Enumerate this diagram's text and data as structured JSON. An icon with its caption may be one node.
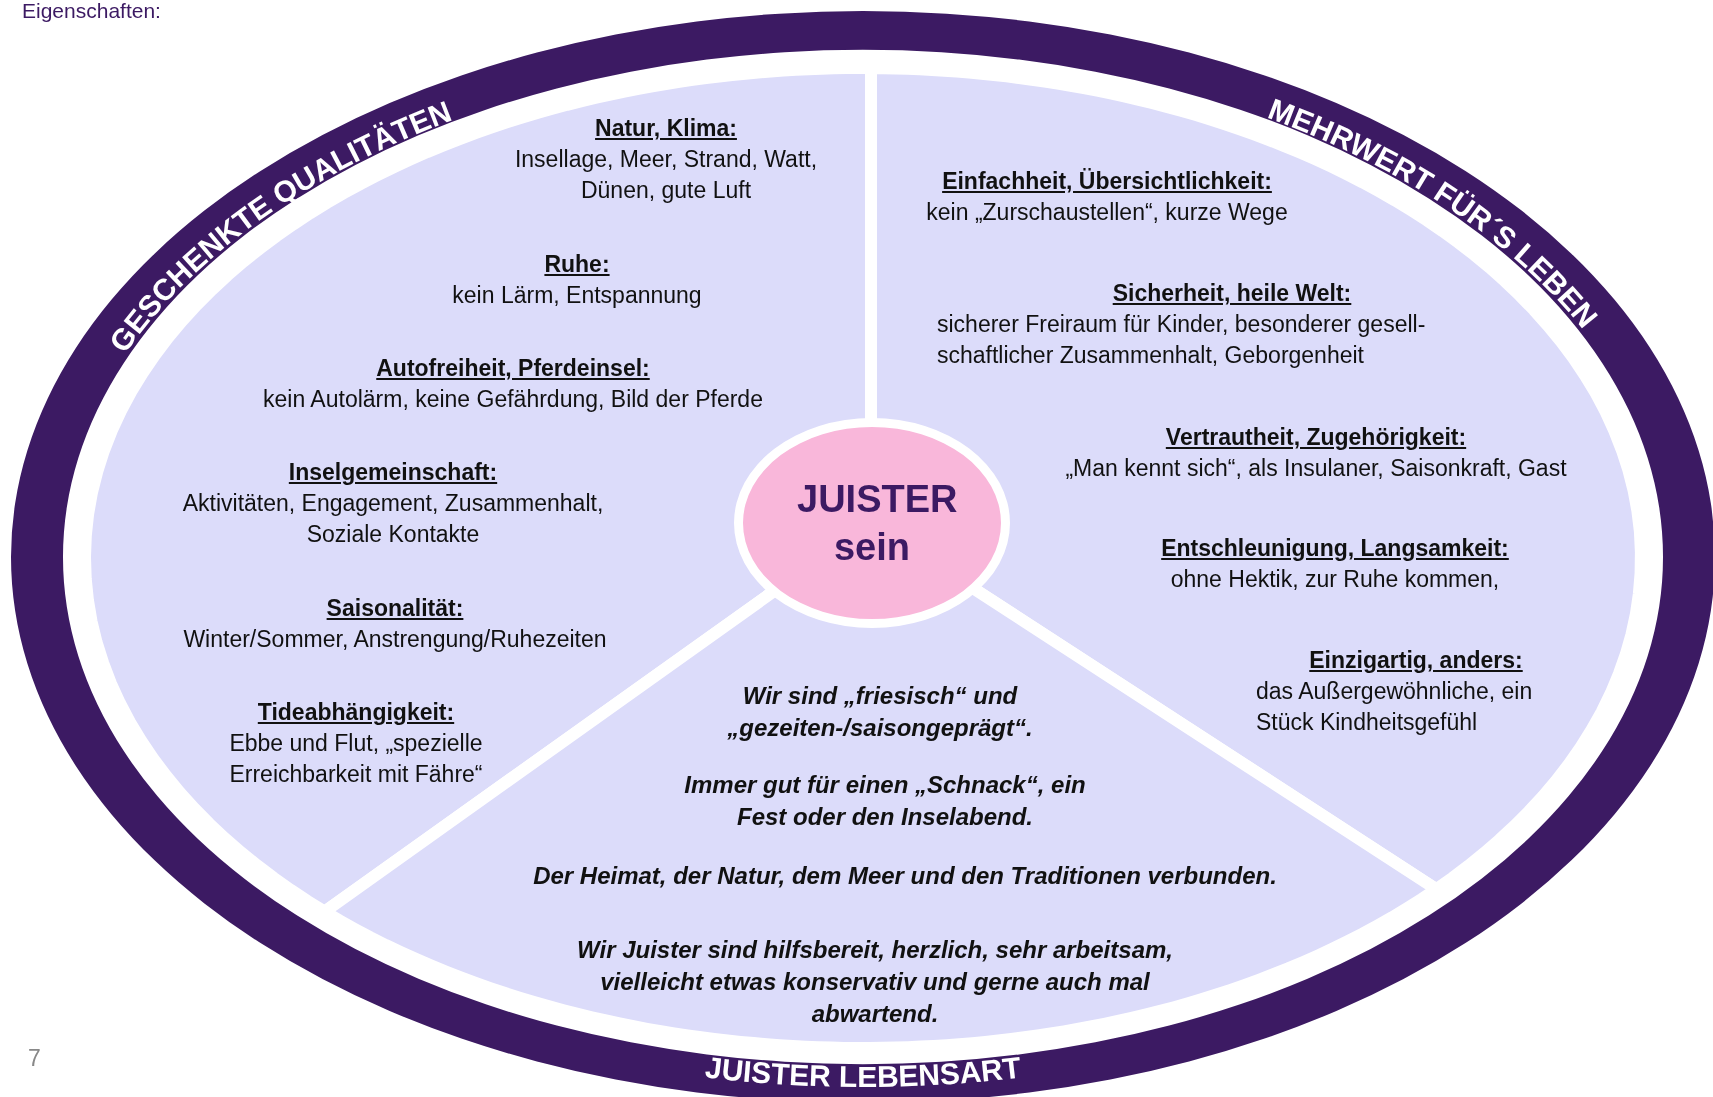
{
  "diagram": {
    "nodes": [
      {
        "text": [
          "GESCHENKTE QUALITÄTEN"
        ]
      },
      {
        "text": [
          "Natur, Klima:",
          "Insellage, Meer, Strand, Watt, Dünen, gute Luft"
        ],
        "in": 0
      },
      {
        "text": [
          "Ruhe:",
          "kein Lärm, Entspannung"
        ],
        "in": 0
      },
      {
        "text": [
          "Autofreiheit, Pferdeinsel:",
          "kein Autolärm, keine Gefährdung, Bild der Pferde"
        ],
        "in": 0
      },
      {
        "text": [
          "Inselgemeinschaft:",
          "Aktivitäten, Engagement, Zusammenhalt, Soziale Kontakte"
        ],
        "in": 0
      },
      {
        "text": [
          "Saisonalität:",
          "Winter/Sommer, Anstrengung/Ruhezeiten"
        ],
        "in": 0
      },
      {
        "text": [
          "Tideabhängigkeit:",
          "Ebbe und Flut,  „spezielle Erreichbarkeit mit Fähre“"
        ],
        "in": 0
      },
      {
        "text": [
          "MEHRWERT FÜR´S LEBEN"
        ]
      },
      {
        "text": [
          "Einfachheit, Übersichtlichkeit:",
          "kein „Zurschaustellen“, kurze Wege"
        ],
        "in": 7
      },
      {
        "text": [
          "Sicherheit, heile Welt:",
          "sicherer Freiraum für Kinder, besonderer gesell- schaftlicher Zusammenhalt, Geborgenheit"
        ],
        "in": 7
      },
      {
        "text": [
          "Vertrautheit, Zugehörigkeit:",
          "„Man kennt sich“, als Insulaner, Saisonkraft, Gast"
        ],
        "in": 7
      },
      {
        "text": [
          "Entschleunigung, Langsamkeit:",
          "ohne Hektik, zur Ruhe kommen,"
        ],
        "in": 7
      },
      {
        "text": [
          "Einzigartig, anders:",
          "das Außergewöhnliche, ein Stück Kindheitsgefühl"
        ],
        "in": 7
      },
      {
        "text": [
          "Wir sind „friesisch“ und  „gezeiten-/saisongeprägt“.",
          "Immer gut für einen „Schnack“, ein Fest oder den Inselabend.",
          "Der Heimat, der Natur, dem Meer und den Traditionen verbunden.",
          "Wir Juister sind hilfsbereit, herzlich, sehr arbeitsam, vielleicht etwas konservativ und gerne auch mal abwartend.",
          "JUISTER LEBENSART"
        ]
      },
      {
        "text": [
          "JUISTER sein"
        ]
      }
    ],
    "labels": [
      "Eigenschaften:",
      "7"
    ]
  }
}
